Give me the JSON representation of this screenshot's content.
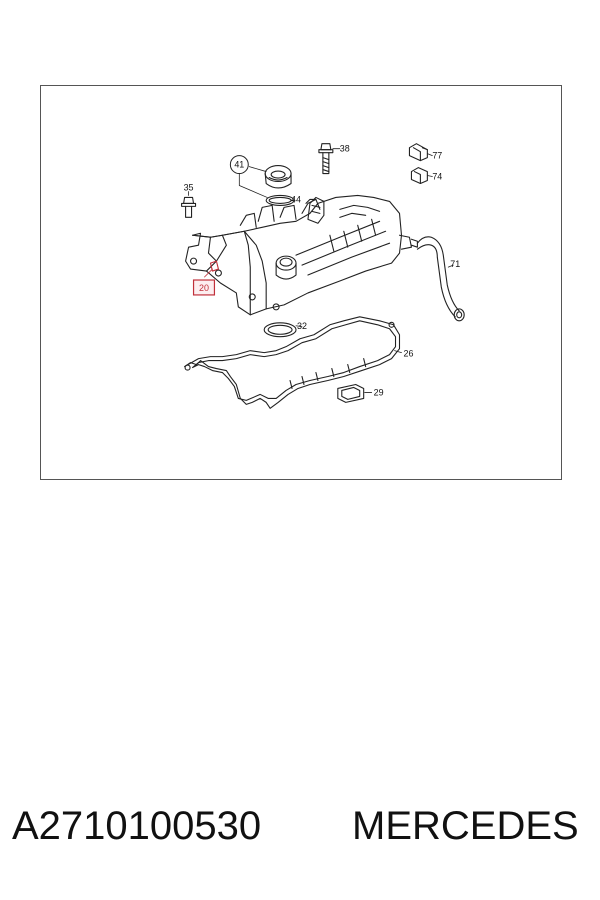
{
  "diagram": {
    "callouts": {
      "c41": "41",
      "c44": "44",
      "c38": "38",
      "c77": "77",
      "c74": "74",
      "c35": "35",
      "c71": "71",
      "c20": "20",
      "c32": "32",
      "c26": "26",
      "c29": "29"
    },
    "highlight_color": "#c0303a"
  },
  "caption": {
    "part_number": "A2710100530",
    "brand": "MERCEDES"
  }
}
